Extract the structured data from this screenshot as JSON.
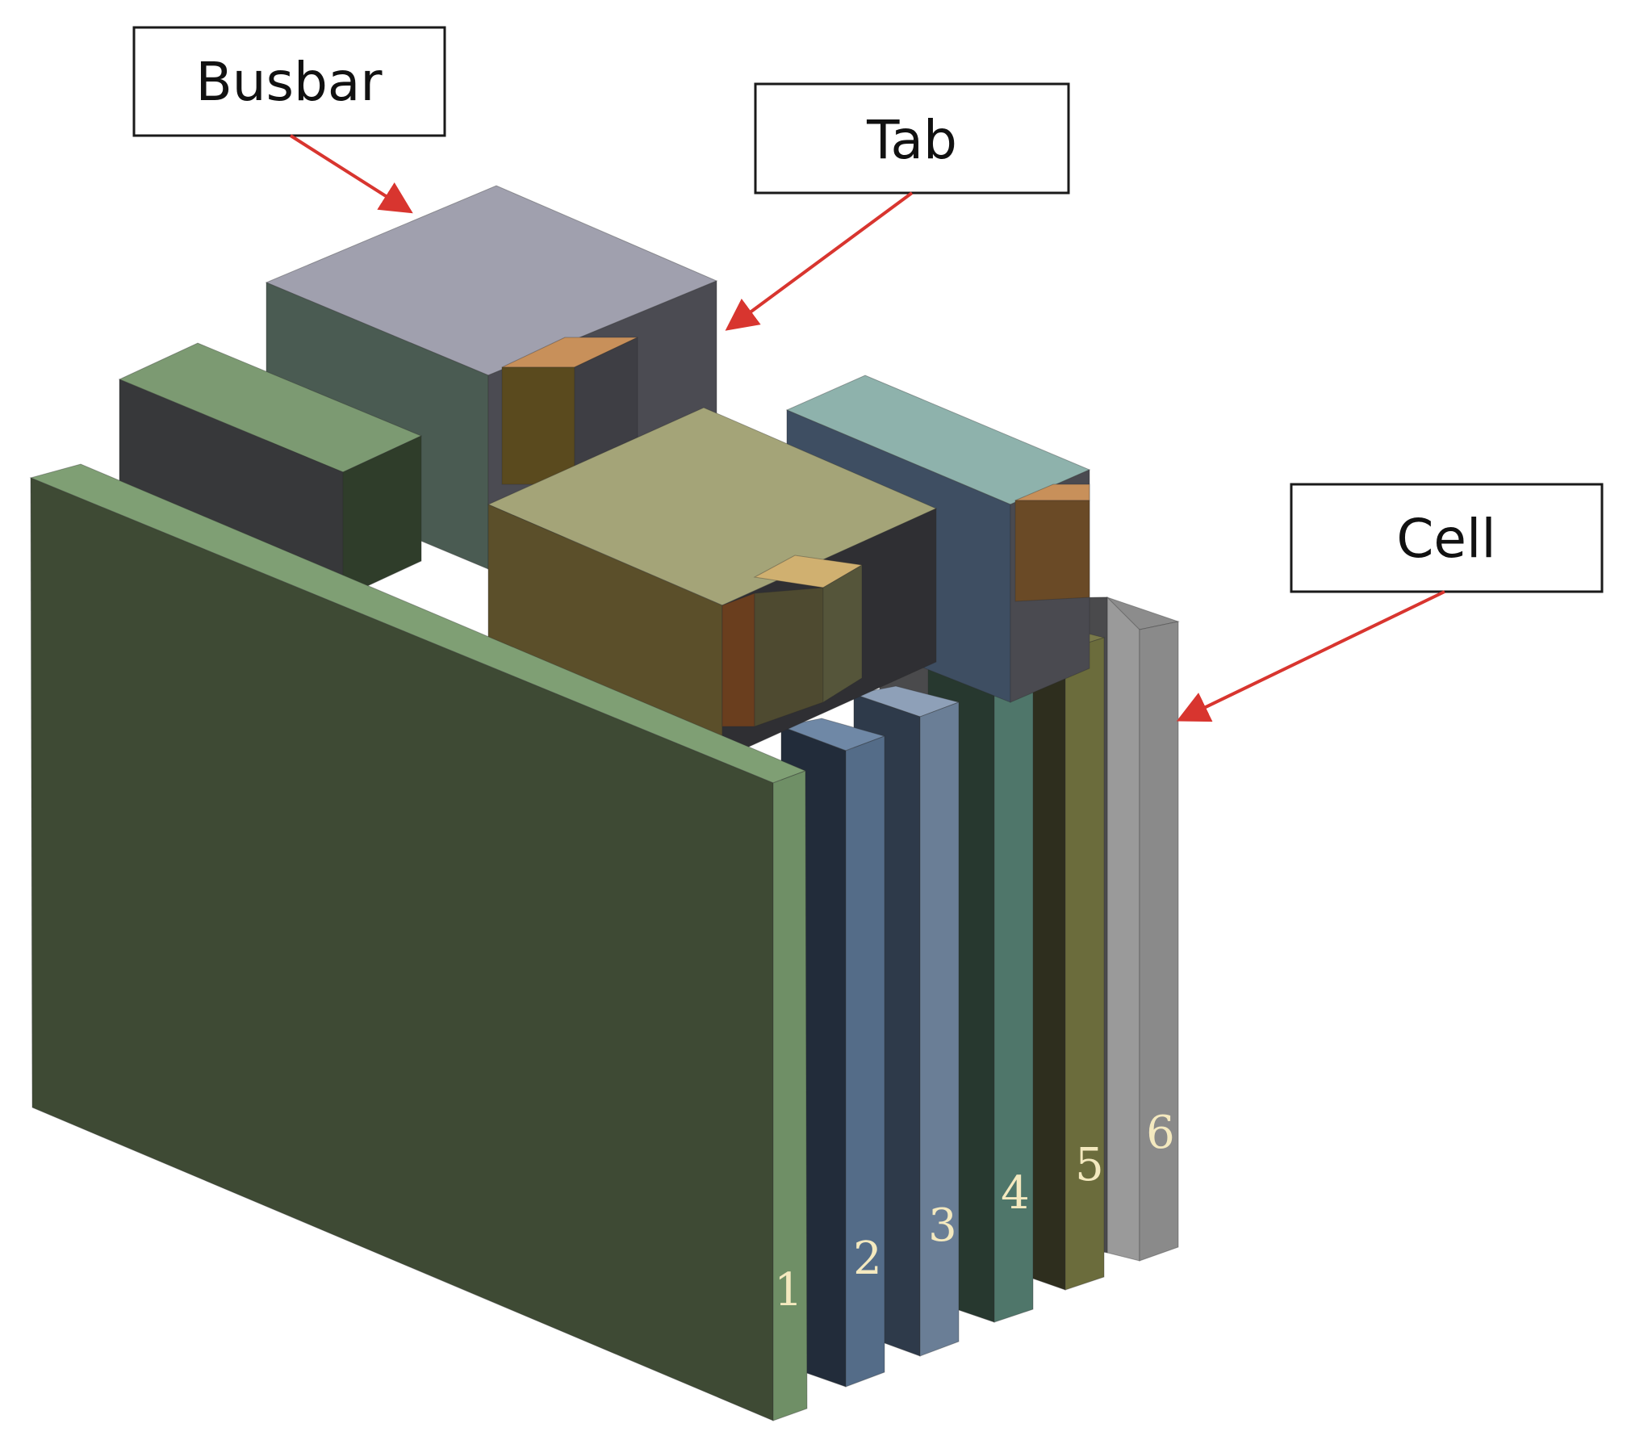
{
  "labels": {
    "busbar": "Busbar",
    "tab": "Tab",
    "cell": "Cell"
  },
  "cell_numbers": [
    "1",
    "2",
    "3",
    "4",
    "5",
    "6"
  ],
  "colors": {
    "arrow": "#d8352f",
    "number_text": "#f4e9bf",
    "callout_border": "#1a1a1a"
  }
}
